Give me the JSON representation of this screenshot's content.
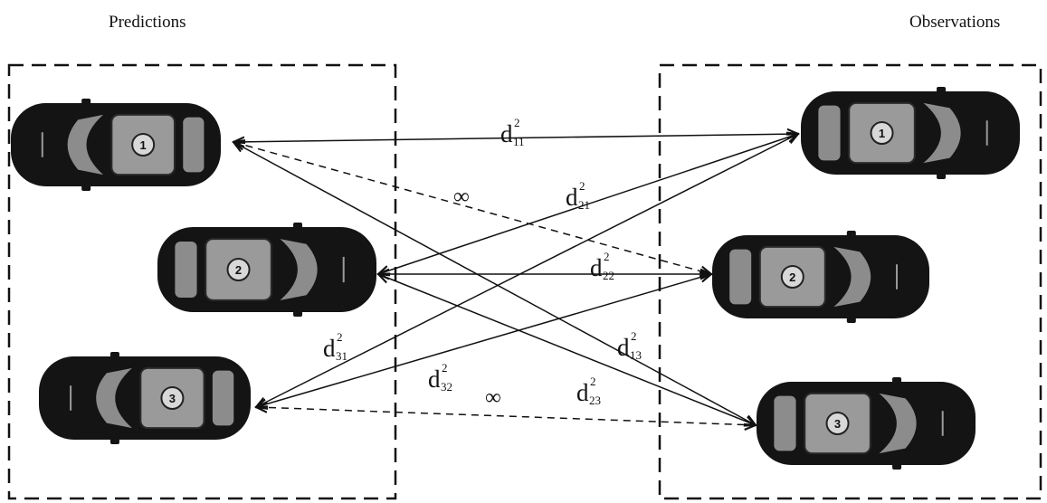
{
  "headers": {
    "left": "Predictions",
    "right": "Observations"
  },
  "predictions": [
    {
      "id": "1"
    },
    {
      "id": "2"
    },
    {
      "id": "3"
    }
  ],
  "observations": [
    {
      "id": "1"
    },
    {
      "id": "2"
    },
    {
      "id": "3"
    }
  ],
  "edges": [
    {
      "from": "prediction-1",
      "to": "observation-1",
      "label_base": "d",
      "sup": "2",
      "sub": "11",
      "style": "solid"
    },
    {
      "from": "prediction-2",
      "to": "observation-1",
      "label_base": "d",
      "sup": "2",
      "sub": "21",
      "style": "solid"
    },
    {
      "from": "prediction-2",
      "to": "observation-2",
      "label_base": "d",
      "sup": "2",
      "sub": "22",
      "style": "solid"
    },
    {
      "from": "prediction-3",
      "to": "observation-1",
      "label_base": "d",
      "sup": "2",
      "sub": "31",
      "style": "solid"
    },
    {
      "from": "prediction-3",
      "to": "observation-2",
      "label_base": "d",
      "sup": "2",
      "sub": "32",
      "style": "solid"
    },
    {
      "from": "prediction-1",
      "to": "observation-3",
      "label_base": "d",
      "sup": "2",
      "sub": "13",
      "style": "solid"
    },
    {
      "from": "prediction-2",
      "to": "observation-3",
      "label_base": "d",
      "sup": "2",
      "sub": "23",
      "style": "solid"
    },
    {
      "from": "prediction-1",
      "to": "observation-2",
      "label_base": "∞",
      "sup": "",
      "sub": "",
      "style": "dashed"
    },
    {
      "from": "prediction-3",
      "to": "observation-3",
      "label_base": "∞",
      "sup": "",
      "sub": "",
      "style": "dashed"
    }
  ]
}
